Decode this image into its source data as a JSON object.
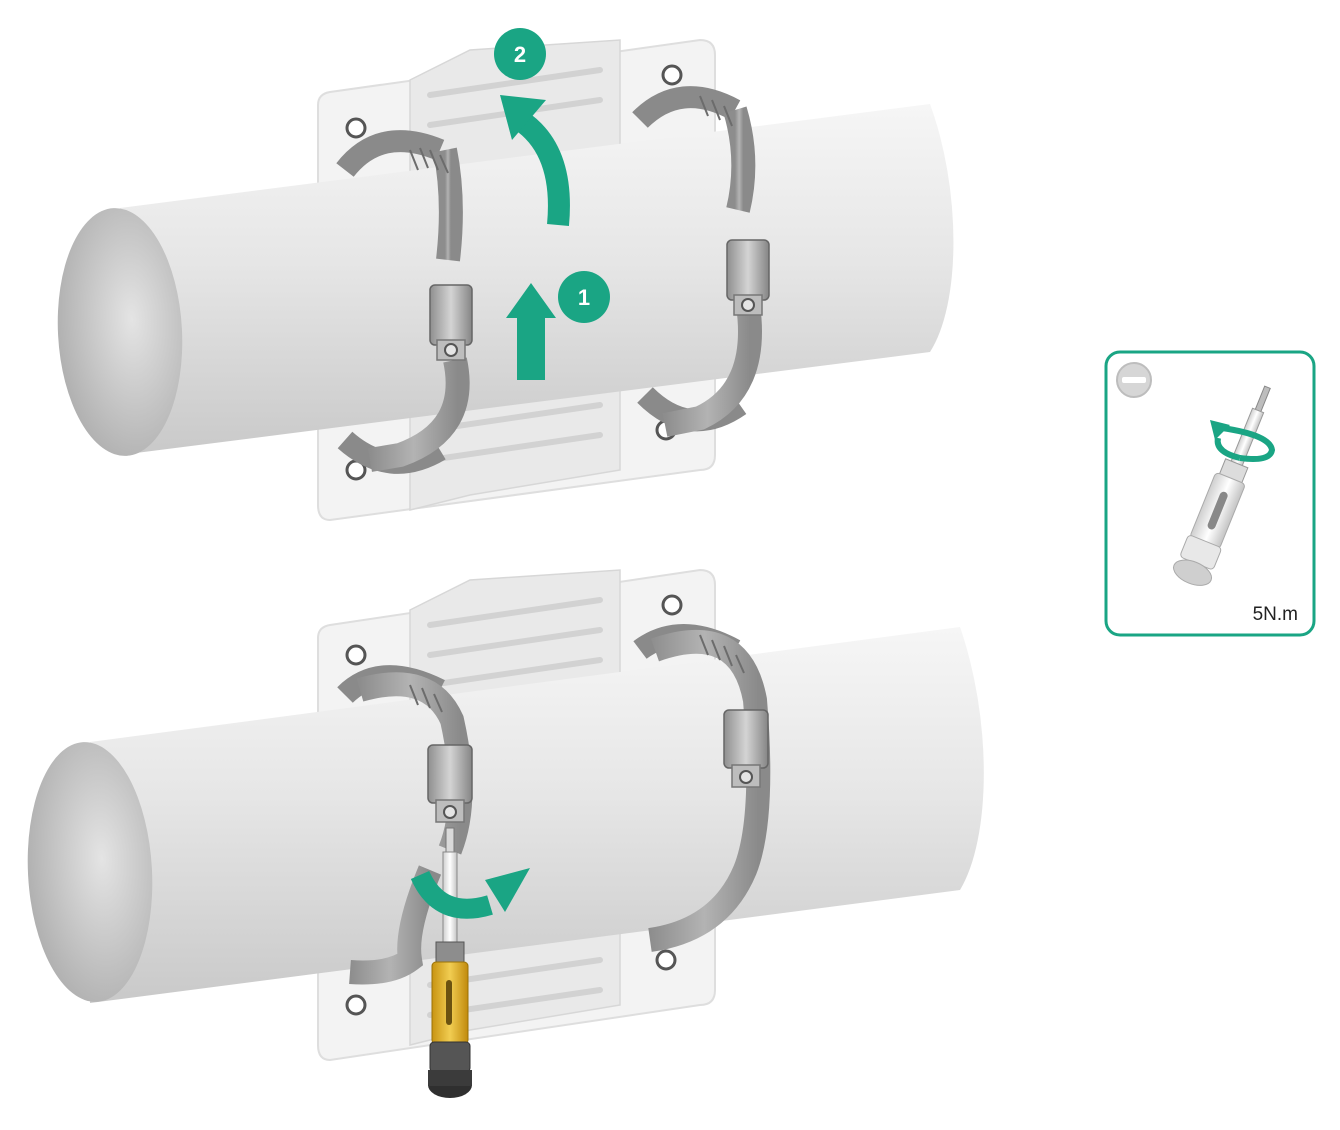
{
  "steps": {
    "step1": "1",
    "step2": "2"
  },
  "torque": {
    "value": "5N.m"
  },
  "icons": {
    "bit_type": "flat-head-screwdriver-icon",
    "rotation": "rotate-arrow-icon",
    "tool": "torque-screwdriver-icon"
  },
  "colors": {
    "accent": "#1aa584",
    "pipe": "#d8d8d8",
    "bracket": "#f2f2f2",
    "clamp": "#9c9c9c",
    "screwdriver_handle": "#e8b92a"
  }
}
